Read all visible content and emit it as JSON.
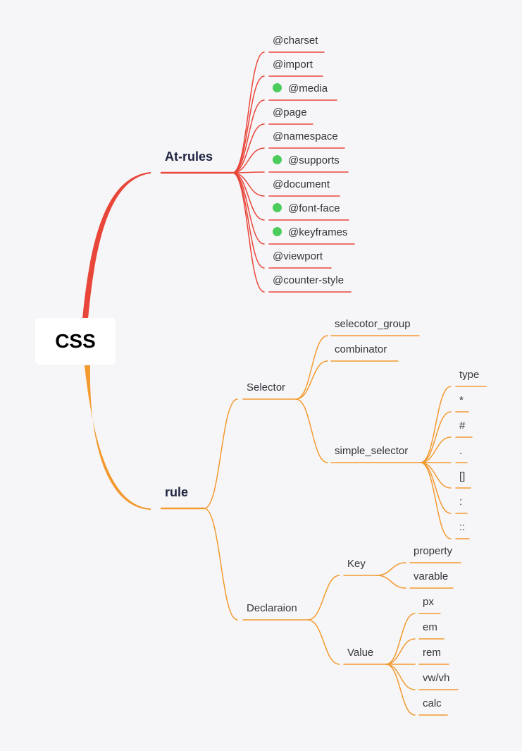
{
  "colors": {
    "at_rules": "#e9463a",
    "rule": "#f39a2f",
    "dot": "#4ccc5c",
    "background": "#f6f6f8"
  },
  "root": {
    "label": "CSS"
  },
  "branches": {
    "at_rules": {
      "label": "At-rules",
      "items": [
        {
          "label": "@charset",
          "dot": false
        },
        {
          "label": "@import",
          "dot": false
        },
        {
          "label": "@media",
          "dot": true
        },
        {
          "label": "@page",
          "dot": false
        },
        {
          "label": "@namespace",
          "dot": false
        },
        {
          "label": "@supports",
          "dot": true
        },
        {
          "label": "@document",
          "dot": false
        },
        {
          "label": "@font-face",
          "dot": true
        },
        {
          "label": "@keyframes",
          "dot": true
        },
        {
          "label": "@viewport",
          "dot": false
        },
        {
          "label": "@counter-style",
          "dot": false
        }
      ]
    },
    "rule": {
      "label": "rule",
      "selector": {
        "label": "Selector",
        "selecotor_group": "selecotor_group",
        "combinator": "combinator",
        "simple_selector": {
          "label": "simple_selector",
          "items": [
            "type",
            "*",
            "#",
            ".",
            "[]",
            ":",
            "::"
          ]
        }
      },
      "declaration": {
        "label": "Declaraion",
        "key": {
          "label": "Key",
          "items": [
            "property",
            "varable"
          ]
        },
        "value": {
          "label": "Value",
          "items": [
            "px",
            "em",
            "rem",
            "vw/vh",
            "calc"
          ]
        }
      }
    }
  }
}
